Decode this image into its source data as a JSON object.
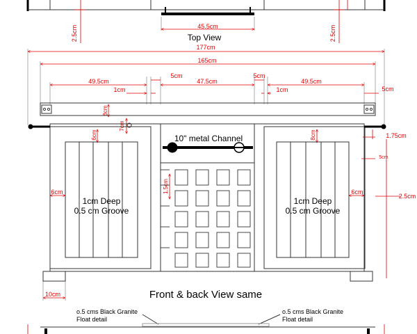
{
  "colors": {
    "dimension": "#e00000",
    "outline": "#333333",
    "heavy": "#000000",
    "guide": "#999999"
  },
  "top_view": {
    "dims": {
      "width": "45.5cm",
      "left_offset": "2.5cm",
      "right_offset": "2.5cm"
    },
    "title": "Top View"
  },
  "front_view": {
    "dims": {
      "overall": "177cm",
      "body": "165cm",
      "left_door": "49.5cm",
      "right_door": "49.5cm",
      "center": "47.5cm",
      "gap_left": "5cm",
      "gap_right": "5cm",
      "inset_left": "1cm",
      "inset_right": "1cm",
      "right_edge": "5cm",
      "rail_left": "8cm",
      "rail_right": "8cm",
      "hinge": "7cm",
      "stile_height": "6cm",
      "stile_left": "6cm",
      "stile_right": "6cm",
      "handle": "1.75cm",
      "small_right": "5cm",
      "depth_right": "2.5cm",
      "grid_cell": "1.5cm",
      "leg": "10cm"
    },
    "channel_label": "10\" metal Channel",
    "left_panel": {
      "line1": "1cm Deep",
      "line2": "0.5 cm Groove"
    },
    "right_panel": {
      "line1": "1cm Deep",
      "line2": "0.5 cm Groove"
    },
    "title": "Front & back View same"
  },
  "bottom_view": {
    "left_note": {
      "line1": "o.5 cms Black Granite",
      "line2": "Float detail"
    },
    "right_note": {
      "line1": "o.5 cms Black Granite",
      "line2": "Float detail"
    }
  }
}
